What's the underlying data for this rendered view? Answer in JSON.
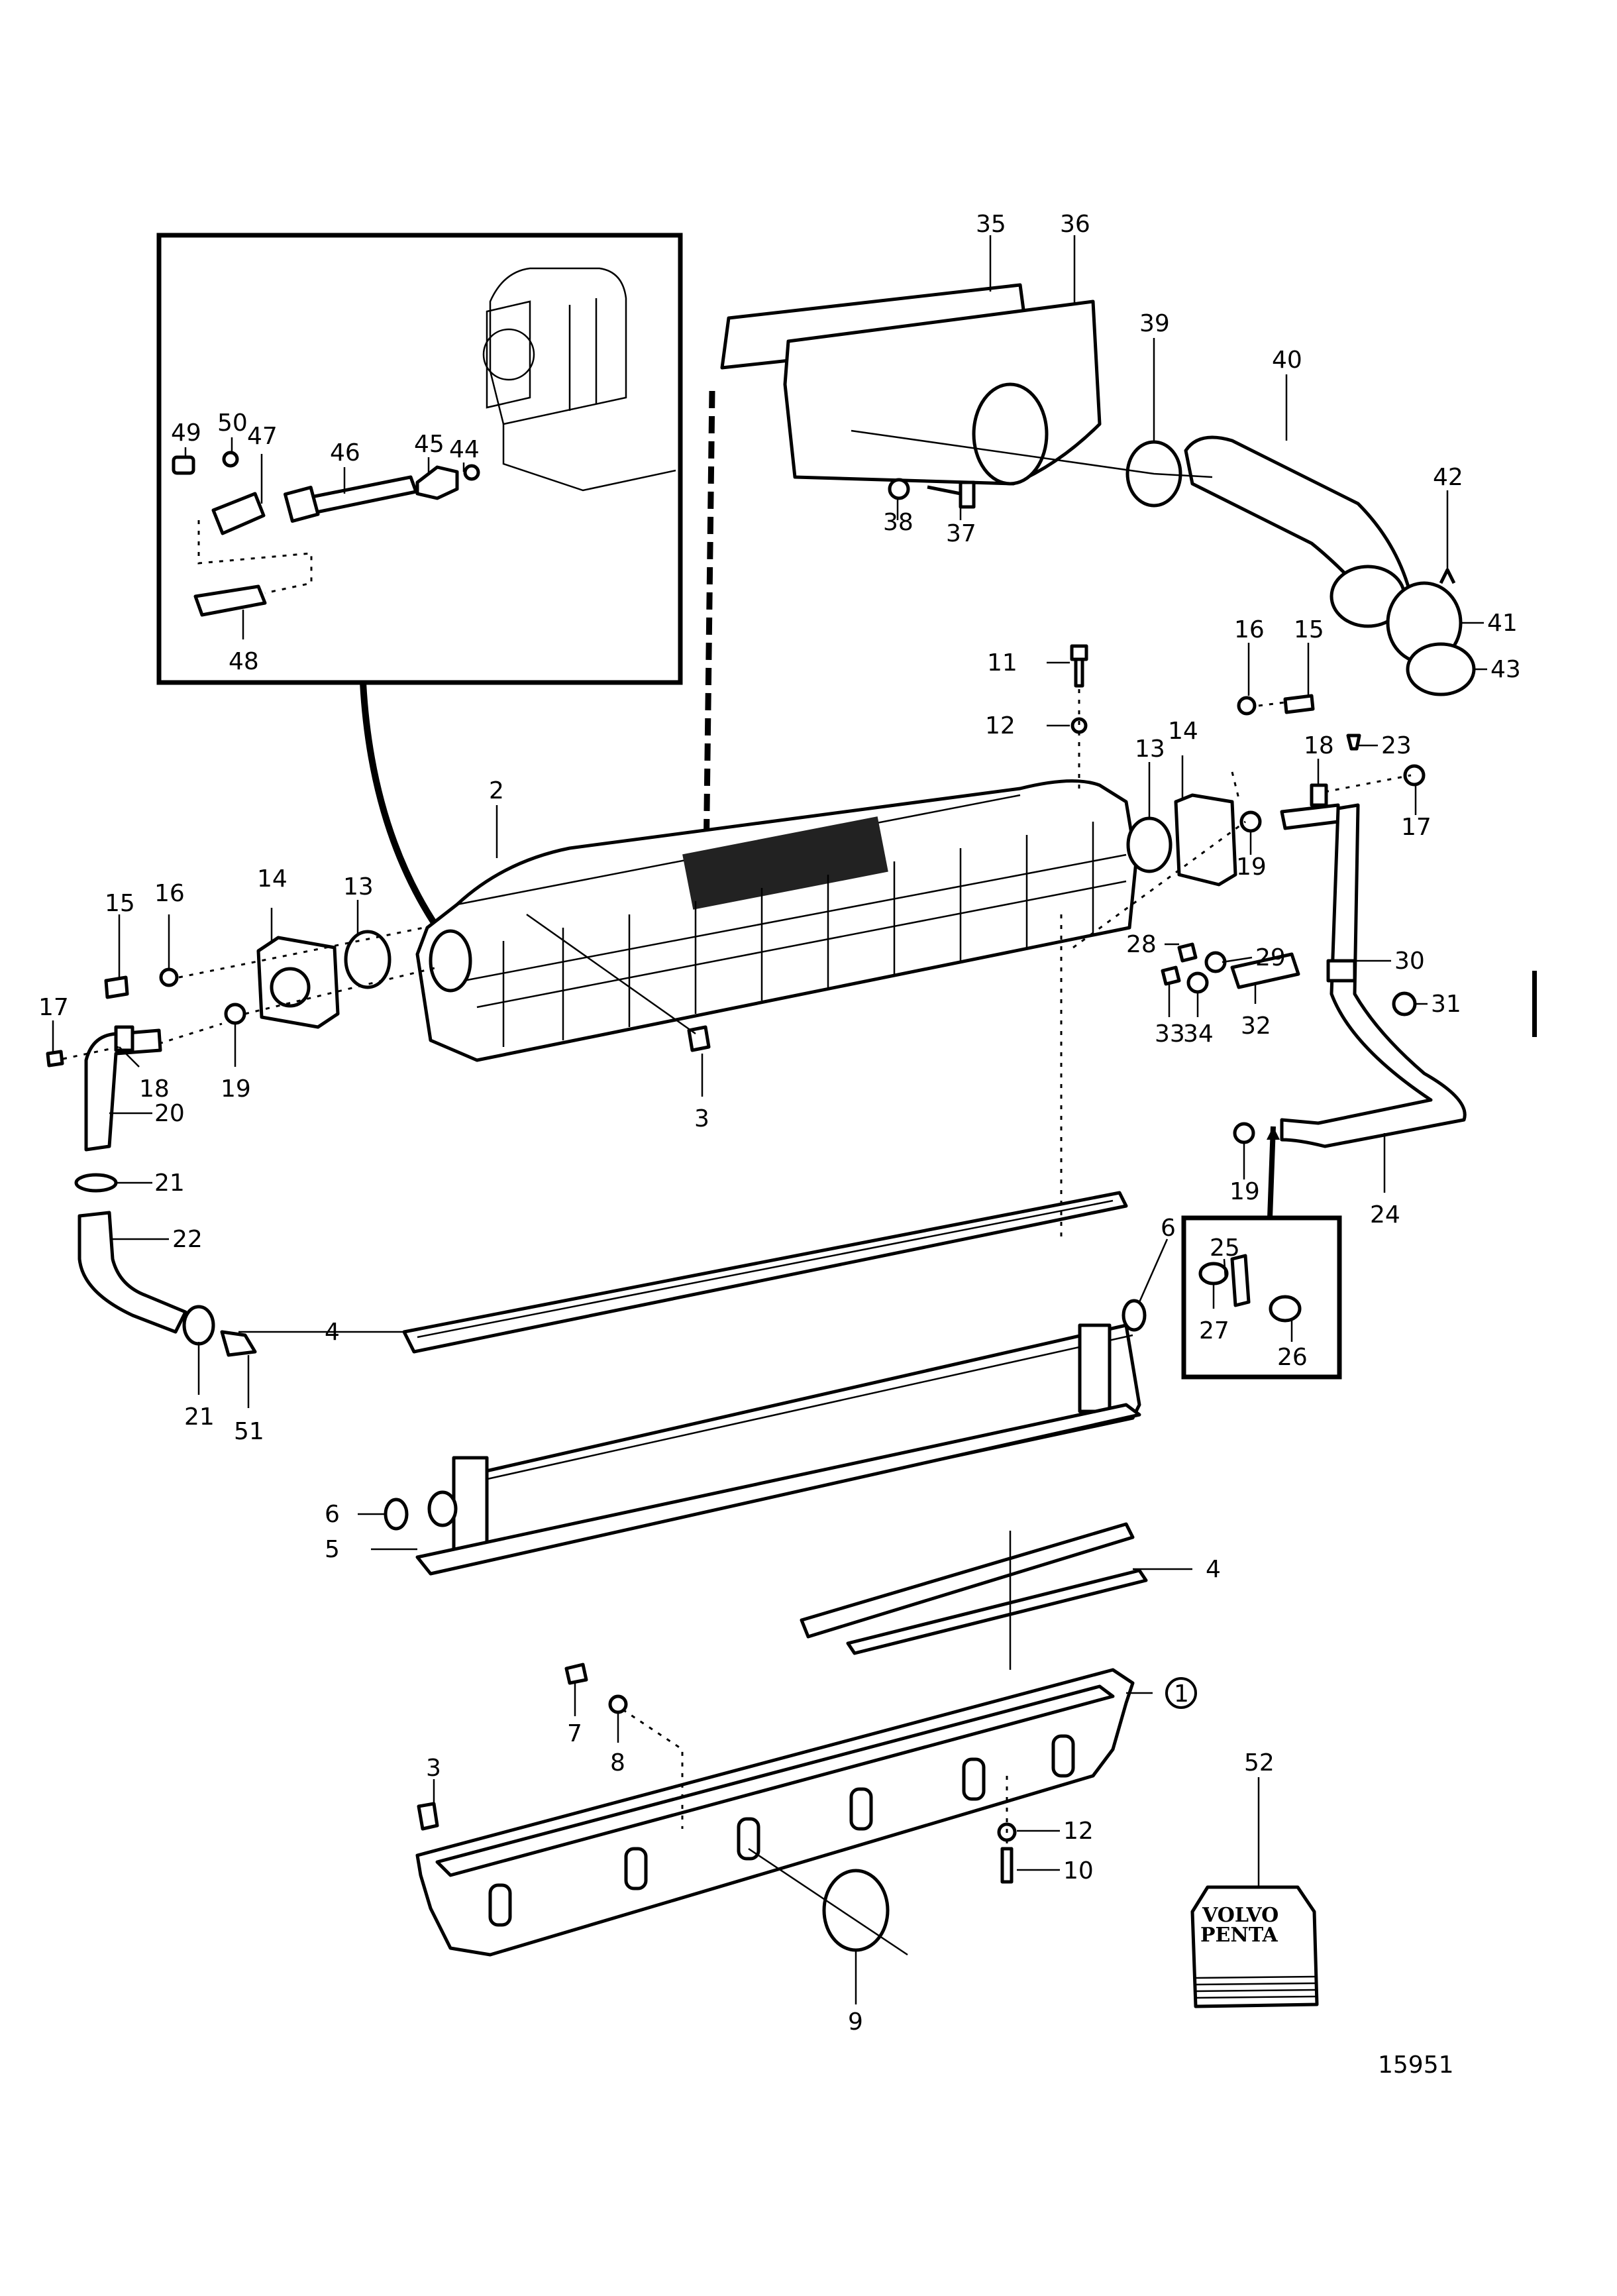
{
  "diagram": {
    "type": "exploded-parts-diagram",
    "drawing_number": "15951",
    "brand_label": {
      "line1": "VOLVO",
      "line2": "PENTA"
    },
    "callouts": [
      {
        "id": "1",
        "circled": true
      },
      {
        "id": "2"
      },
      {
        "id": "3"
      },
      {
        "id": "3b",
        "text": "3"
      },
      {
        "id": "4"
      },
      {
        "id": "4b",
        "text": "4"
      },
      {
        "id": "5"
      },
      {
        "id": "6"
      },
      {
        "id": "6b",
        "text": "6"
      },
      {
        "id": "7"
      },
      {
        "id": "8"
      },
      {
        "id": "9"
      },
      {
        "id": "10"
      },
      {
        "id": "11"
      },
      {
        "id": "12"
      },
      {
        "id": "12b",
        "text": "12"
      },
      {
        "id": "13"
      },
      {
        "id": "13b",
        "text": "13"
      },
      {
        "id": "14"
      },
      {
        "id": "14b",
        "text": "14"
      },
      {
        "id": "15"
      },
      {
        "id": "15b",
        "text": "15"
      },
      {
        "id": "16"
      },
      {
        "id": "16b",
        "text": "16"
      },
      {
        "id": "17"
      },
      {
        "id": "17b",
        "text": "17"
      },
      {
        "id": "18"
      },
      {
        "id": "18b",
        "text": "18"
      },
      {
        "id": "19"
      },
      {
        "id": "19b",
        "text": "19"
      },
      {
        "id": "19c",
        "text": "19"
      },
      {
        "id": "20"
      },
      {
        "id": "21"
      },
      {
        "id": "21b",
        "text": "21"
      },
      {
        "id": "22"
      },
      {
        "id": "23"
      },
      {
        "id": "24"
      },
      {
        "id": "25"
      },
      {
        "id": "26"
      },
      {
        "id": "27"
      },
      {
        "id": "28"
      },
      {
        "id": "29"
      },
      {
        "id": "30"
      },
      {
        "id": "31"
      },
      {
        "id": "32"
      },
      {
        "id": "33"
      },
      {
        "id": "34"
      },
      {
        "id": "35"
      },
      {
        "id": "36"
      },
      {
        "id": "37"
      },
      {
        "id": "38"
      },
      {
        "id": "39"
      },
      {
        "id": "40"
      },
      {
        "id": "41"
      },
      {
        "id": "42"
      },
      {
        "id": "43"
      },
      {
        "id": "44"
      },
      {
        "id": "45"
      },
      {
        "id": "46"
      },
      {
        "id": "47"
      },
      {
        "id": "48"
      },
      {
        "id": "49"
      },
      {
        "id": "50"
      },
      {
        "id": "51"
      },
      {
        "id": "52"
      }
    ]
  },
  "labels": {
    "l1": "1",
    "l2": "2",
    "l3": "3",
    "l3b": "3",
    "l4": "4",
    "l4b": "4",
    "l5": "5",
    "l6": "6",
    "l6b": "6",
    "l7": "7",
    "l8": "8",
    "l9": "9",
    "l10": "10",
    "l11": "11",
    "l12": "12",
    "l12b": "12",
    "l13": "13",
    "l13b": "13",
    "l14": "14",
    "l14b": "14",
    "l15": "15",
    "l15b": "15",
    "l16": "16",
    "l16b": "16",
    "l17": "17",
    "l17b": "17",
    "l18": "18",
    "l18b": "18",
    "l19": "19",
    "l19b": "19",
    "l19c": "19",
    "l20": "20",
    "l21": "21",
    "l21b": "21",
    "l22": "22",
    "l23": "23",
    "l24": "24",
    "l25": "25",
    "l26": "26",
    "l27": "27",
    "l28": "28",
    "l29": "29",
    "l30": "30",
    "l31": "31",
    "l32": "32",
    "l33": "33",
    "l34": "34",
    "l35": "35",
    "l36": "36",
    "l37": "37",
    "l38": "38",
    "l39": "39",
    "l40": "40",
    "l41": "41",
    "l42": "42",
    "l43": "43",
    "l44": "44",
    "l45": "45",
    "l46": "46",
    "l47": "47",
    "l48": "48",
    "l49": "49",
    "l50": "50",
    "l51": "51",
    "l52": "52"
  }
}
